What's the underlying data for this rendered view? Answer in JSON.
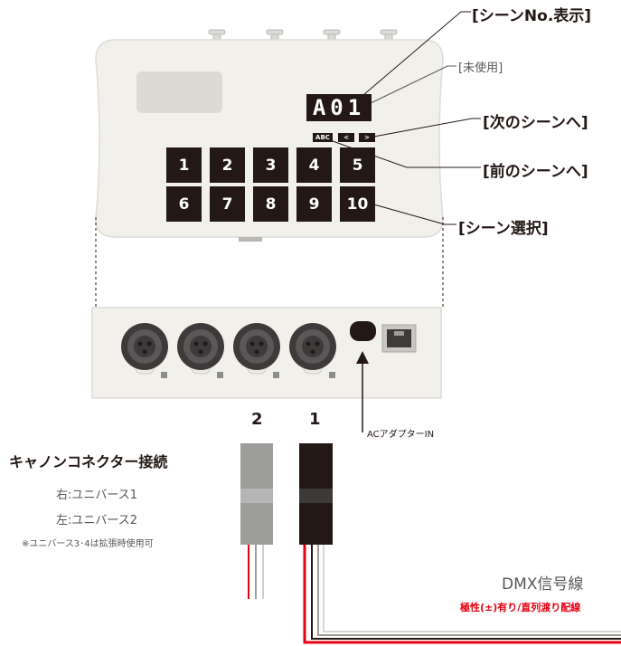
{
  "device": {
    "display_text": "A01",
    "abc_key": "ABC",
    "prev_key": "<",
    "next_key": ">",
    "scene_buttons": [
      "1",
      "2",
      "3",
      "4",
      "5",
      "6",
      "7",
      "8",
      "9",
      "10"
    ]
  },
  "callouts": {
    "scene_display": "[シーンNo.表示]",
    "unused": "[未使用]",
    "next_scene": "[次のシーンへ]",
    "prev_scene": "[前のシーンへ]",
    "scene_select": "[シーン選択]"
  },
  "connectors": {
    "num_2": "2",
    "num_1": "1",
    "ac_adapter": "ACアダプターIN",
    "heading": "キャノンコネクター接続",
    "right": "右:ユニバース1",
    "left": "左:ユニバース2",
    "note": "※ユニバース3･4は拡張時使用可"
  },
  "dmx": {
    "title": "DMX信号線",
    "note": "極性(±)有り/直列渡り配線"
  },
  "colors": {
    "body": "#f2f0eb",
    "dark": "#231815",
    "red": "#e60012",
    "gray_cable": "#9d9d9c"
  }
}
